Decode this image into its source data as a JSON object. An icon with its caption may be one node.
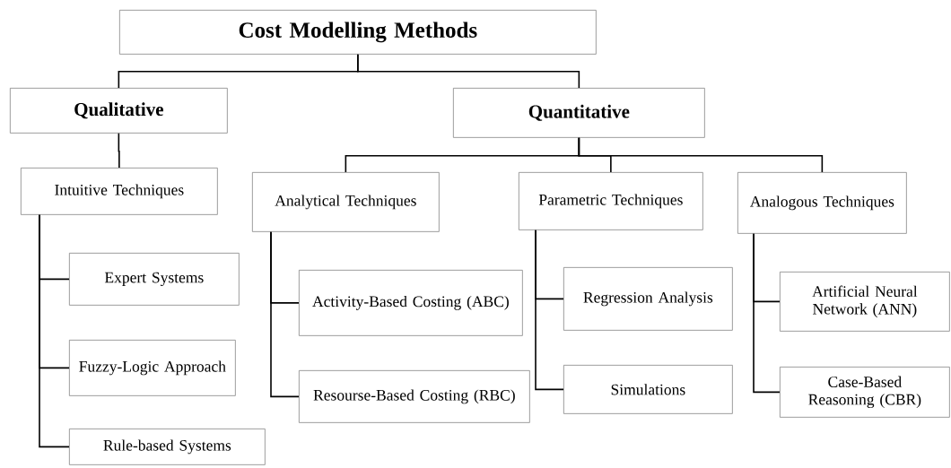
{
  "diagram": {
    "nodes": [
      {
        "text": [
          "Cost Modelling Methods"
        ]
      },
      {
        "text": [
          "Qualitative"
        ]
      },
      {
        "text": [
          "Quantitative"
        ]
      },
      {
        "text": [
          "Intuitive Techniques"
        ]
      },
      {
        "text": [
          "Analytical Techniques"
        ]
      },
      {
        "text": [
          "Parametric Techniques"
        ]
      },
      {
        "text": [
          "Analogous Techniques"
        ]
      },
      {
        "text": [
          "Expert Systems"
        ]
      },
      {
        "text": [
          "Fuzzy-Logic Approach"
        ]
      },
      {
        "text": [
          "Rule-based Systems"
        ]
      },
      {
        "text": [
          "Activity-Based Costing (ABC)"
        ]
      },
      {
        "text": [
          "Resourse-Based Costing (RBC)"
        ]
      },
      {
        "text": [
          "Regression Analysis"
        ]
      },
      {
        "text": [
          "Simulations"
        ]
      },
      {
        "text": [
          "Artificial Neural Network (ANN)"
        ]
      },
      {
        "text": [
          "Case-Based Reasoning (CBR)"
        ]
      }
    ],
    "edges": [
      {
        "from": 0,
        "to": 1,
        "arrow": "none"
      },
      {
        "from": 0,
        "to": 2,
        "arrow": "none"
      },
      {
        "from": 1,
        "to": 3,
        "arrow": "none"
      },
      {
        "from": 2,
        "to": 4,
        "arrow": "none"
      },
      {
        "from": 2,
        "to": 5,
        "arrow": "none"
      },
      {
        "from": 2,
        "to": 6,
        "arrow": "none"
      },
      {
        "from": 3,
        "to": 7,
        "arrow": "none"
      },
      {
        "from": 3,
        "to": 8,
        "arrow": "none"
      },
      {
        "from": 3,
        "to": 9,
        "arrow": "none"
      },
      {
        "from": 4,
        "to": 10,
        "arrow": "none"
      },
      {
        "from": 4,
        "to": 11,
        "arrow": "none"
      },
      {
        "from": 5,
        "to": 12,
        "arrow": "none"
      },
      {
        "from": 5,
        "to": 13,
        "arrow": "none"
      },
      {
        "from": 6,
        "to": 14,
        "arrow": "none"
      },
      {
        "from": 6,
        "to": 15,
        "arrow": "none"
      }
    ]
  }
}
